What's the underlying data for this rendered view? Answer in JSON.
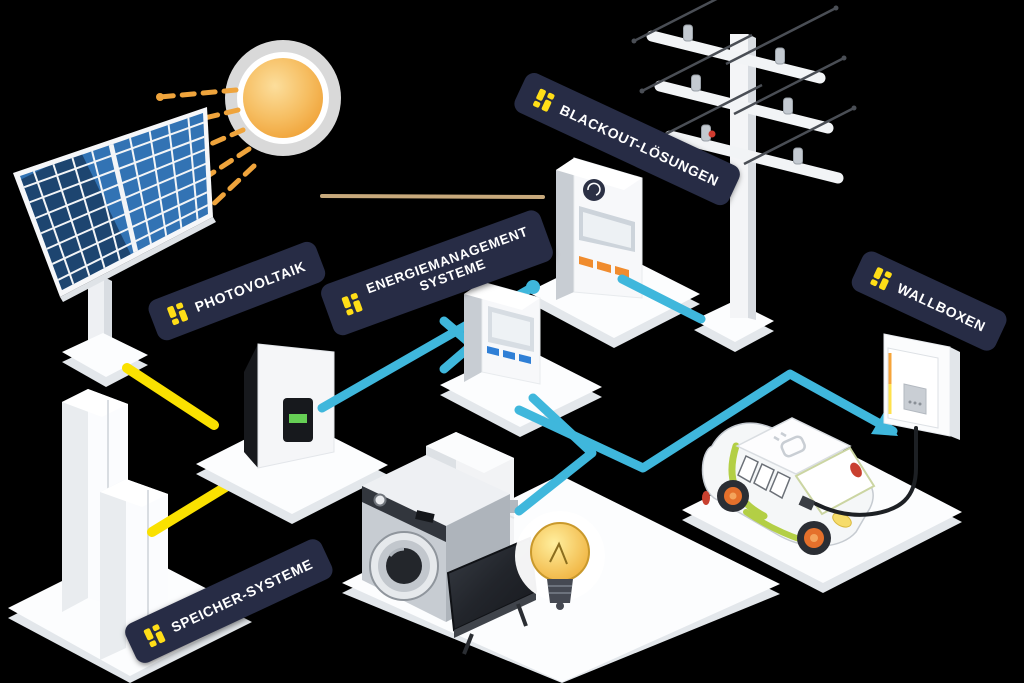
{
  "badges": {
    "photovoltaik": "PHOTOVOLTAIK",
    "energiemanagement_line1": "ENERGIEMANAGEMENT",
    "energiemanagement_line2": "SYSTEME",
    "blackout": "BLACKOUT-LÖSUNGEN",
    "wallboxen": "WALLBOXEN",
    "speicher": "SPEICHER-SYSTEME"
  },
  "badge_icon": "solar-panel-bars-icon",
  "colors": {
    "background": "#000000",
    "badge_background": "#272C45",
    "badge_text": "#FFFFFF",
    "badge_icon_yellow": "#FFDE17",
    "connection_power_yellow": "#FAE100",
    "connection_data_cyan": "#3FB7DC",
    "sun_orange": "#F0A63C",
    "panel_cell_blue": "#3273B4",
    "car_accent_green": "#B3CF45",
    "wheel_orange": "#E5702B",
    "meter_button_orange": "#F08C2E",
    "meter_button_blue": "#2F7FD6",
    "inverter_screen_green": "#66CF55"
  },
  "scene": {
    "components": [
      "sun",
      "solar-panel",
      "battery-storage",
      "inverter",
      "energy-management-meter",
      "blackout-meter",
      "power-pole",
      "washing-machine",
      "refrigerator",
      "tv",
      "lightbulb",
      "electric-car",
      "wallbox"
    ],
    "connections": [
      {
        "from": "inverter",
        "to": "energy-management-meter",
        "color": "#3FB7DC"
      },
      {
        "from": "inverter",
        "to": "blackout-meter-platform",
        "color": "#3FB7DC"
      },
      {
        "from": "blackout-meter-platform",
        "to": "power-pole",
        "color": "#3FB7DC"
      },
      {
        "from": "energy-management-meter",
        "to": "household-appliances",
        "color": "#3FB7DC"
      },
      {
        "from": "energy-management-meter",
        "to": "wallbox",
        "color": "#3FB7DC"
      },
      {
        "from": "battery-storage",
        "to": "inverter",
        "color": "#FAE100"
      },
      {
        "from": "battery-storage-lower",
        "to": "inverter-platform",
        "color": "#FAE100"
      }
    ]
  }
}
